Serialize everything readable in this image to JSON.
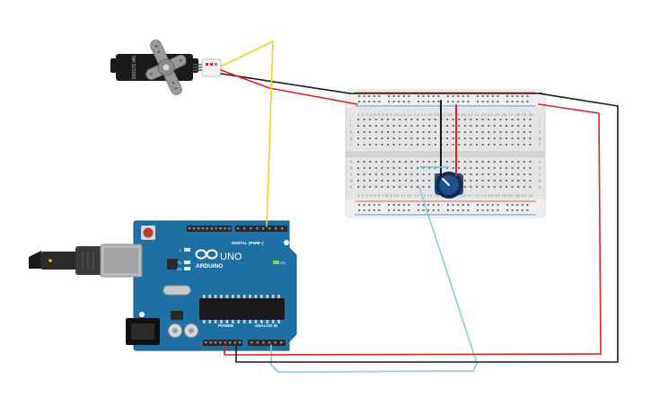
{
  "servo": {
    "label": "SM-S2309S",
    "body_color": "#1b1b1b",
    "horn_color": "#9a9a9a"
  },
  "arduino": {
    "logo_text": "ARDUINO",
    "model_text": "UNO",
    "on_label": "ON",
    "digital_label": "DIGITAL (PWM~)",
    "power_label": "POWER",
    "analog_label": "ANALOG IN",
    "l_label": "L",
    "tx_label": "TX",
    "rx_label": "RX",
    "board_color": "#1d6fa4",
    "header_color": "#2a2a2a"
  },
  "breadboard": {
    "body_color": "#e4e4e4",
    "hole_color": "#6a6a6a",
    "column_labels": "1 2 3 4 5 6 7 8 9 10 11 12 13 14 15 16 17 18 19 20 21 22 23 24 25 26 27 28 29 30",
    "row_labels_top": [
      "j",
      "i",
      "h",
      "g",
      "f"
    ],
    "row_labels_bottom": [
      "e",
      "d",
      "c",
      "b",
      "a"
    ]
  },
  "potentiometer": {
    "knob_color": "#1f4f8c",
    "ring_color": "#0e2b55"
  },
  "wires": {
    "red": "#e02020",
    "black": "#1a1a1a",
    "yellow": "#f2d21a",
    "cyan": "#6cc2cc"
  }
}
